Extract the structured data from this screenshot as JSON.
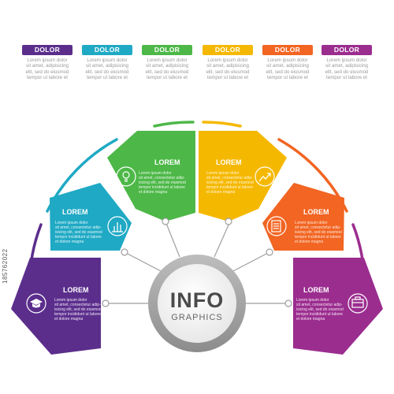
{
  "legend": [
    {
      "label": "DOLOR",
      "text": "Lorem ipsum dolor\nsit amet, adipisicing\nelit, sed do eiusmod\ntempor ut labore et",
      "color": "#5b2e8c"
    },
    {
      "label": "DOLOR",
      "text": "Lorem ipsum dolor\nsit amet, adipisicing\nelit, sed do eiusmod\ntempor ut labore et",
      "color": "#1fa9c4"
    },
    {
      "label": "DOLOR",
      "text": "Lorem ipsum dolor\nsit amet, adipisicing\nelit, sed do eiusmod\ntempor ut labore et",
      "color": "#4db848"
    },
    {
      "label": "DOLOR",
      "text": "Lorem ipsum dolor\nsit amet, adipisicing\nelit, sed do eiusmod\ntempor ut labore et",
      "color": "#f5b800"
    },
    {
      "label": "DOLOR",
      "text": "Lorem ipsum dolor\nsit amet, adipisicing\nelit, sed do eiusmod\ntempor ut labore et",
      "color": "#f26522"
    },
    {
      "label": "DOLOR",
      "text": "Lorem ipsum dolor\nsit amet, adipisicing\nelit, sed do eiusmod\ntempor ut labore et",
      "color": "#9b2d8f"
    }
  ],
  "segments": [
    {
      "title": "LOREM",
      "text": "Lorem ipsum dolor\nsit amet, consectetur adip-\nisicing elit, sed do eiusmod\ntempor incididunt ut labore\net dolore magna",
      "color": "#5b2e8c",
      "icon": "graduation-cap-icon"
    },
    {
      "title": "LOREM",
      "text": "Lorem ipsum dolor\nsit amet, consectetur adip-\nisicing elit, sed do eiusmod\ntempor incididunt ut labore\net dolore magna",
      "color": "#1fa9c4",
      "icon": "bar-chart-icon"
    },
    {
      "title": "LOREM",
      "text": "Lorem ipsum dolor\nsit amet, consectetur adip-\nisicing elit, sed do eiusmod\ntempor incididunt ut labore\net dolore magna",
      "color": "#4db848",
      "icon": "lightbulb-icon"
    },
    {
      "title": "LOREM",
      "text": "Lorem ipsum dolor\nsit amet, consectetur adip-\nisicing elit, sed do eiusmod\ntempor incididunt ut labore\net dolore magna",
      "color": "#f5b800",
      "icon": "trend-arrow-icon"
    },
    {
      "title": "LOREM",
      "text": "Lorem ipsum dolor\nsit amet, consectetur adip-\nisicing elit, sed do eiusmod\ntempor incididunt ut labore\net dolore magna",
      "color": "#f26522",
      "icon": "document-icon"
    },
    {
      "title": "LOREM",
      "text": "Lorem ipsum dolor\nsit amet, consectetur adip-\nisicing elit, sed do eiusmod\ntempor incididunt ut labore\net dolore magna",
      "color": "#9b2d8f",
      "icon": "briefcase-icon"
    }
  ],
  "center": {
    "title": "INFO",
    "subtitle": "GRAPHICS"
  },
  "footer_id": "185762022"
}
